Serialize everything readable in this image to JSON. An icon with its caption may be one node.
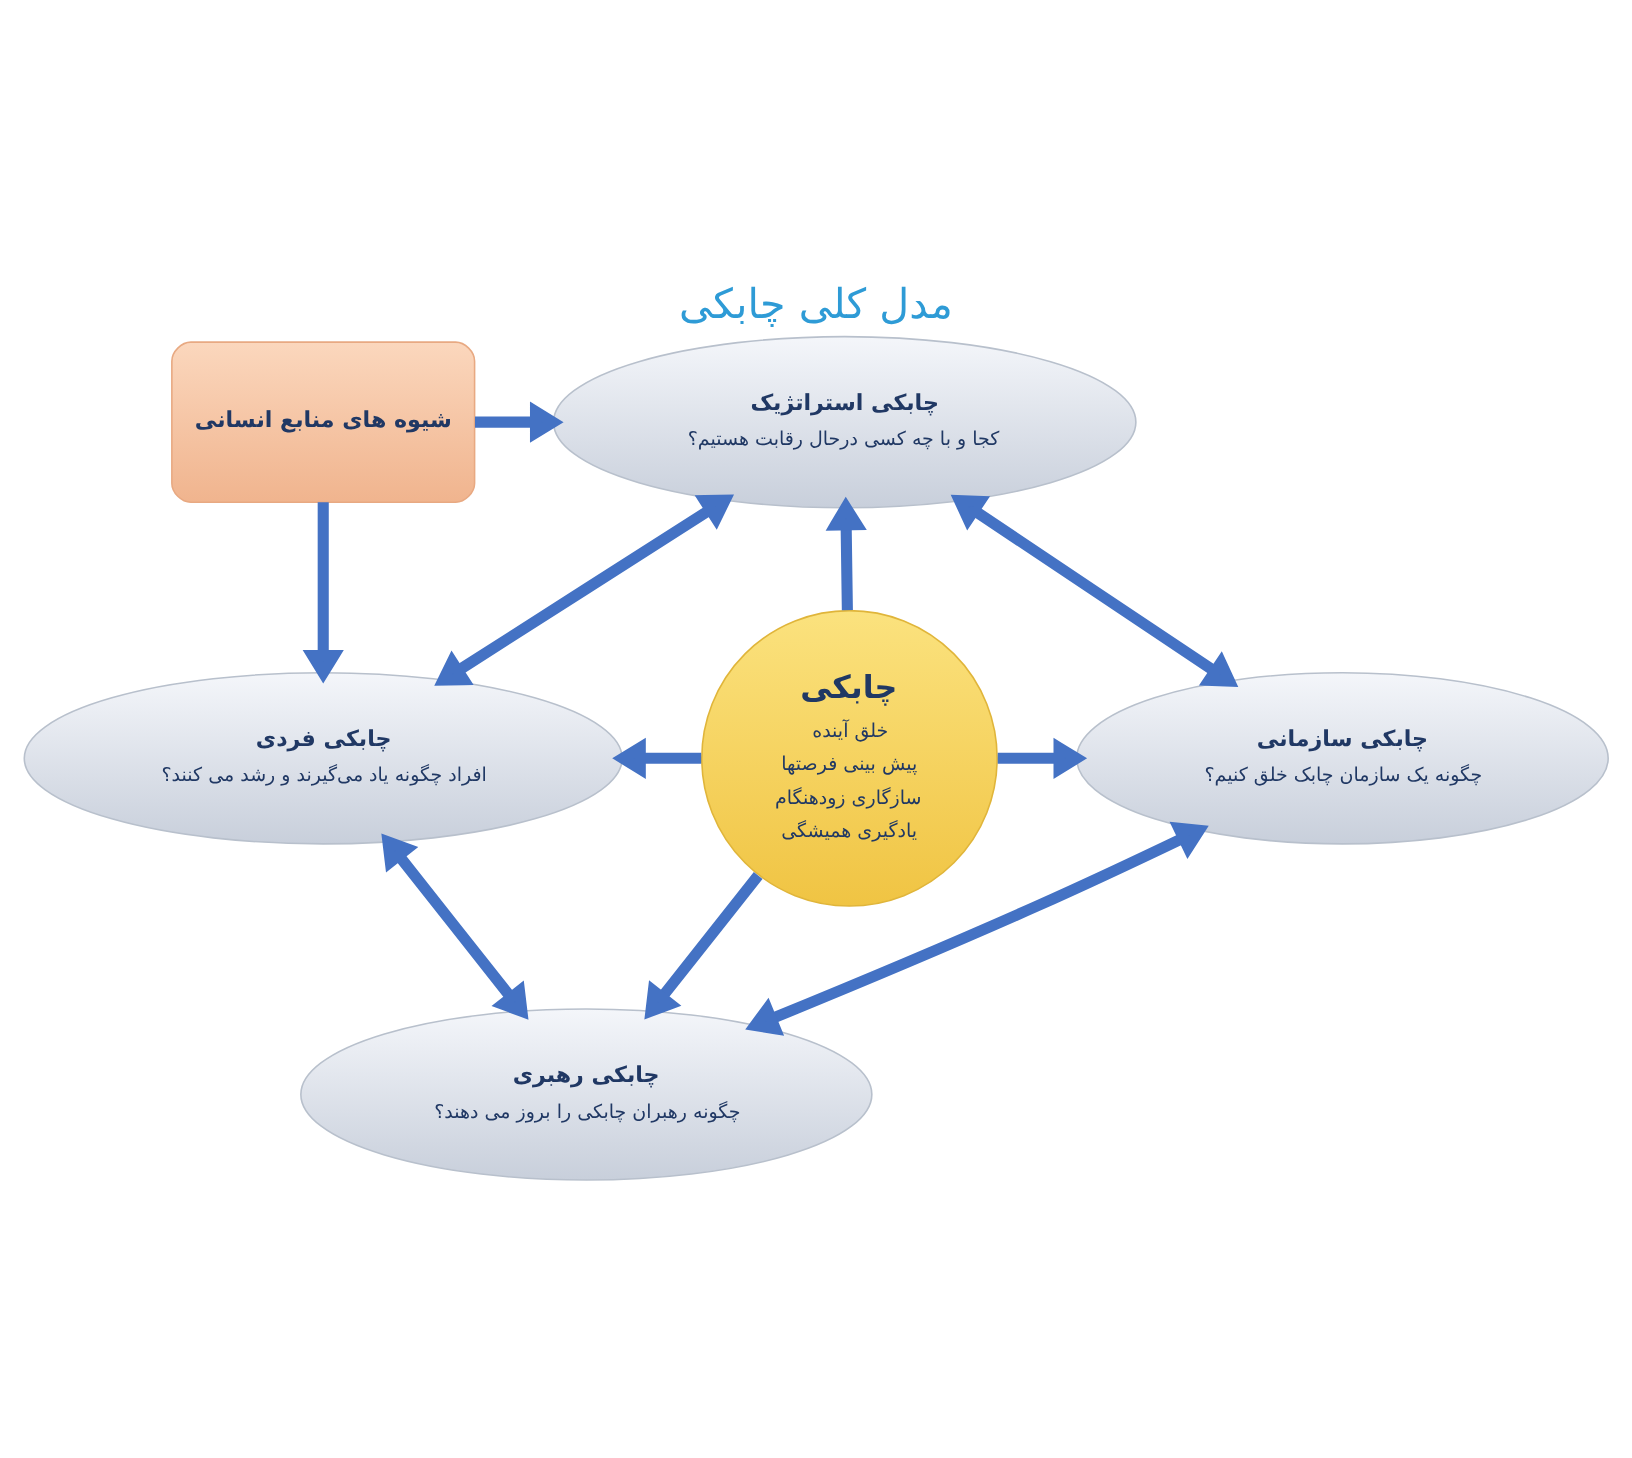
{
  "diagram": {
    "title": "مدل کلی چابکی",
    "nodes": [
      {
        "text": [
          "شیوه های منابع انسانی"
        ]
      },
      {
        "text": [
          "چابکی استراتژیک",
          "کجا و با چه کسی درحال رقابت هستیم؟"
        ]
      },
      {
        "text": [
          "چابکی فردی",
          "افراد چگونه یاد می‌گیرند و رشد می کنند؟"
        ]
      },
      {
        "text": [
          "چابکی",
          "خلق آینده",
          "پیش بینی فرصتها",
          "سازگاری زودهنگام",
          "یادگیری همیشگی"
        ]
      },
      {
        "text": [
          "چابکی سازمانی",
          "چگونه یک سازمان چابک خلق کنیم؟"
        ]
      },
      {
        "text": [
          "چابکی رهبری",
          "چگونه رهبران چابکی را بروز می دهند؟"
        ]
      }
    ],
    "edges": [
      {
        "from": 0,
        "to": 1,
        "arrow": "to"
      },
      {
        "from": 0,
        "to": 2,
        "arrow": "to"
      },
      {
        "from": 3,
        "to": 1,
        "arrow": "to"
      },
      {
        "from": 3,
        "to": 2,
        "arrow": "to"
      },
      {
        "from": 3,
        "to": 4,
        "arrow": "to"
      },
      {
        "from": 3,
        "to": 5,
        "arrow": "to"
      },
      {
        "from": 1,
        "to": 2,
        "arrow": "both"
      },
      {
        "from": 1,
        "to": 4,
        "arrow": "both"
      },
      {
        "from": 2,
        "to": 5,
        "arrow": "both"
      },
      {
        "from": 5,
        "to": 4,
        "arrow": "both"
      }
    ]
  }
}
